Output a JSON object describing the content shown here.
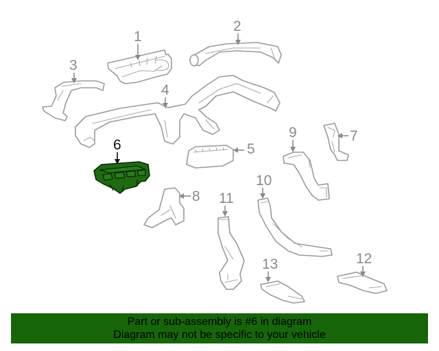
{
  "diagram": {
    "highlighted_part": "6",
    "highlight_color": "#1e6b12",
    "callouts": [
      {
        "id": "1",
        "label": "1"
      },
      {
        "id": "2",
        "label": "2"
      },
      {
        "id": "3",
        "label": "3"
      },
      {
        "id": "4",
        "label": "4"
      },
      {
        "id": "5",
        "label": "5"
      },
      {
        "id": "6",
        "label": "6"
      },
      {
        "id": "7",
        "label": "7"
      },
      {
        "id": "8",
        "label": "8"
      },
      {
        "id": "9",
        "label": "9"
      },
      {
        "id": "10",
        "label": "10"
      },
      {
        "id": "11",
        "label": "11"
      },
      {
        "id": "12",
        "label": "12"
      },
      {
        "id": "13",
        "label": "13"
      }
    ]
  },
  "banner": {
    "background": "#166609",
    "line1": "Part or sub-assembly is #6 in diagram",
    "line2": "Diagram may not be specific to your vehicle"
  }
}
